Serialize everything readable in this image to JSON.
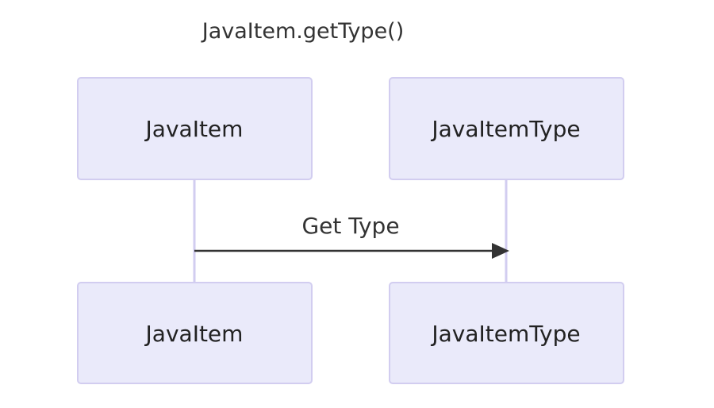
{
  "title": "JavaItem.getType()",
  "participants": [
    {
      "id": "javaitem",
      "label": "JavaItem"
    },
    {
      "id": "javaitemtype",
      "label": "JavaItemType"
    }
  ],
  "messages": [
    {
      "from": "javaitem",
      "to": "javaitemtype",
      "label": "Get Type"
    }
  ]
}
